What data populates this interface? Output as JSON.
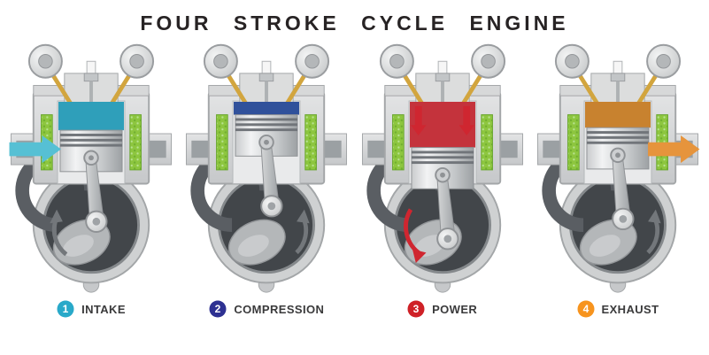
{
  "title": "FOUR STROKE CYCLE ENGINE",
  "strokes": [
    {
      "number": "1",
      "label": "INTAKE",
      "badge_color": "#29a9c9",
      "chamber_color": "#2f9fba",
      "flow_arrow_color": "#56c0d4",
      "rotation_arrow_color": "#73777b"
    },
    {
      "number": "2",
      "label": "COMPRESSION",
      "badge_color": "#2e3192",
      "chamber_color": "#30519b",
      "rotation_arrow_color": "#73777b"
    },
    {
      "number": "3",
      "label": "POWER",
      "badge_color": "#cf2127",
      "chamber_color": "#c4333c",
      "flow_arrow_color": "#cf2630",
      "rotation_arrow_color": "#cf2630"
    },
    {
      "number": "4",
      "label": "EXHAUST",
      "badge_color": "#f7941e",
      "chamber_color": "#c8822f",
      "flow_arrow_color": "#e6943c",
      "rotation_arrow_color": "#73777b"
    }
  ]
}
